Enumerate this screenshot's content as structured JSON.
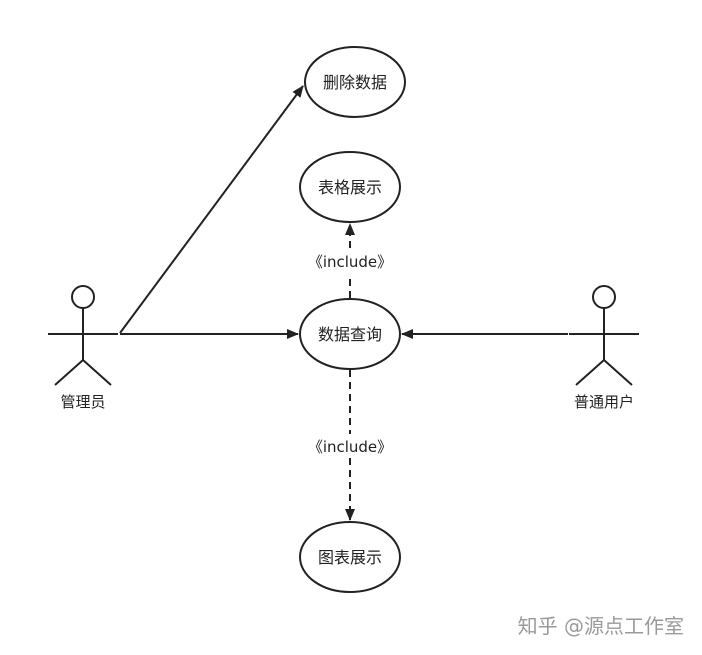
{
  "diagram": {
    "use_cases": {
      "delete_data": "删除数据",
      "table_display": "表格展示",
      "data_query": "数据查询",
      "chart_display": "图表展示"
    },
    "actors": {
      "admin": "管理员",
      "user": "普通用户"
    },
    "relations": {
      "include_top": "《include》",
      "include_bottom": "《include》"
    }
  },
  "watermark": "知乎 @源点工作室",
  "colors": {
    "line": "#222222",
    "background": "#ffffff",
    "watermark": "#9a9a9a"
  }
}
